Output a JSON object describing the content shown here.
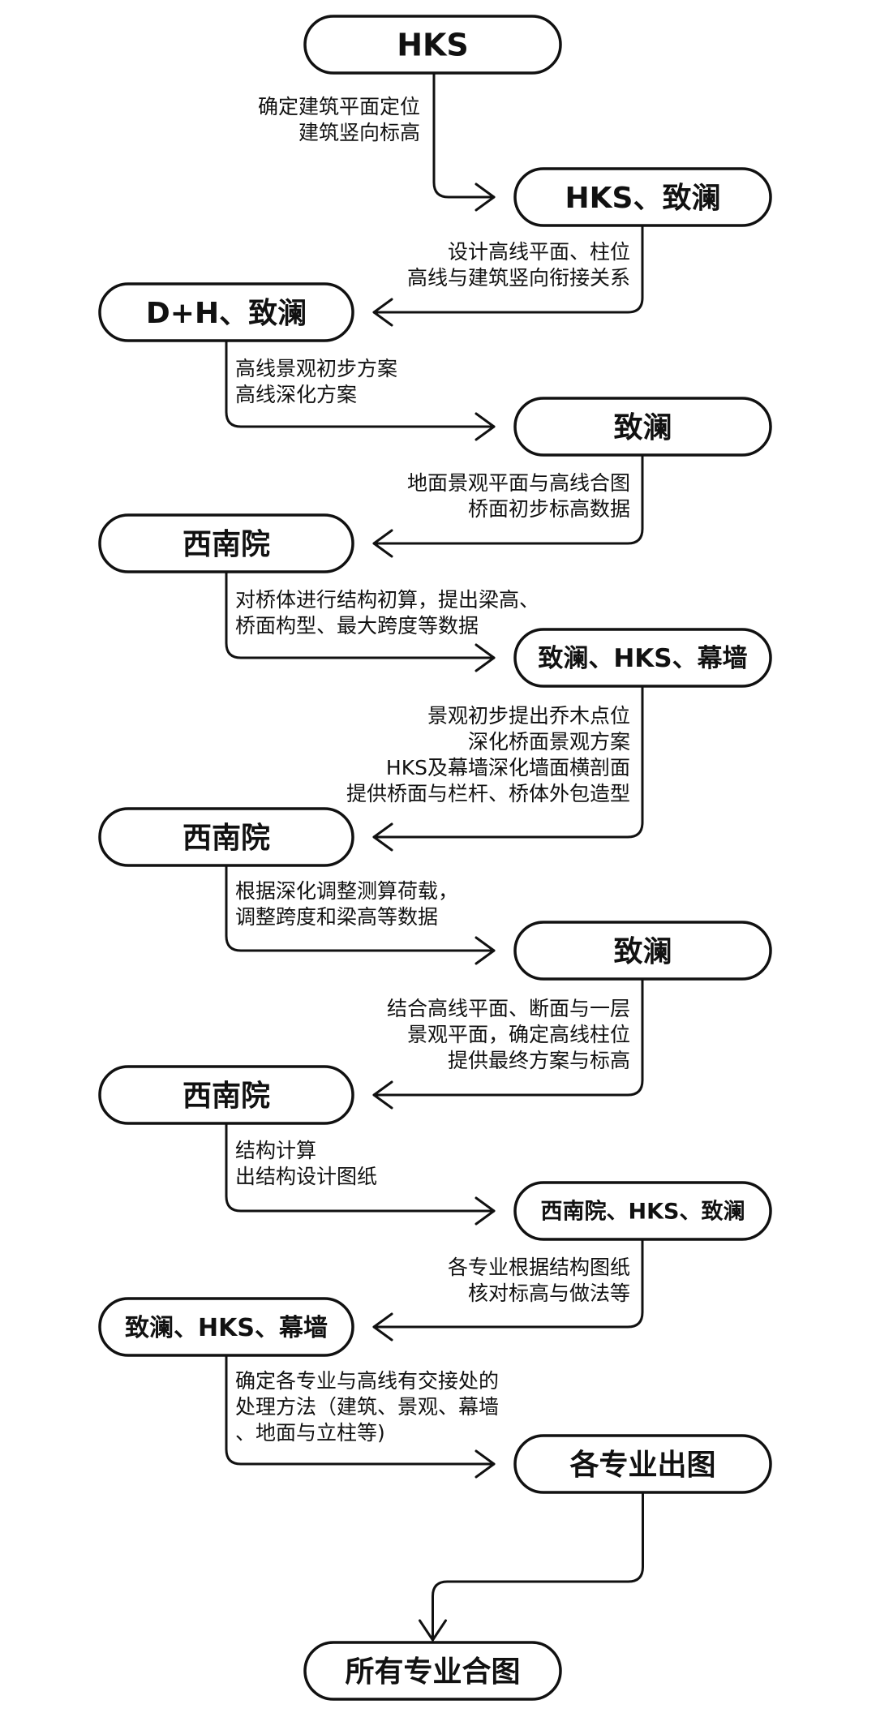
{
  "nodes": [
    {
      "id": "n1",
      "label": "HKS"
    },
    {
      "id": "n2",
      "label": "HKS、致澜"
    },
    {
      "id": "n3",
      "label": "D+H、致澜"
    },
    {
      "id": "n4",
      "label": "致澜"
    },
    {
      "id": "n5",
      "label": "西南院"
    },
    {
      "id": "n6",
      "label": "致澜、HKS、幕墙"
    },
    {
      "id": "n7",
      "label": "西南院"
    },
    {
      "id": "n8",
      "label": "致澜"
    },
    {
      "id": "n9",
      "label": "西南院"
    },
    {
      "id": "n10",
      "label": "西南院、HKS、致澜"
    },
    {
      "id": "n11",
      "label": "致澜、HKS、幕墙"
    },
    {
      "id": "n12",
      "label": "各专业出图"
    },
    {
      "id": "n13",
      "label": "所有专业合图"
    }
  ],
  "notes": [
    {
      "id": "e1",
      "lines": [
        "确定建筑平面定位",
        "建筑竖向标高"
      ]
    },
    {
      "id": "e2",
      "lines": [
        "设计高线平面、柱位",
        "高线与建筑竖向衔接关系"
      ]
    },
    {
      "id": "e3",
      "lines": [
        "高线景观初步方案",
        "高线深化方案"
      ]
    },
    {
      "id": "e4",
      "lines": [
        "地面景观平面与高线合图",
        "桥面初步标高数据"
      ]
    },
    {
      "id": "e5",
      "lines": [
        "对桥体进行结构初算，提出梁高、",
        "桥面构型、最大跨度等数据"
      ]
    },
    {
      "id": "e6",
      "lines": [
        "景观初步提出乔木点位",
        "深化桥面景观方案",
        "HKS及幕墙深化墙面横剖面",
        "提供桥面与栏杆、桥体外包造型"
      ]
    },
    {
      "id": "e7",
      "lines": [
        "根据深化调整测算荷载，",
        "调整跨度和梁高等数据"
      ]
    },
    {
      "id": "e8",
      "lines": [
        "结合高线平面、断面与一层",
        "景观平面，确定高线柱位",
        "提供最终方案与标高"
      ]
    },
    {
      "id": "e9",
      "lines": [
        "结构计算",
        "出结构设计图纸"
      ]
    },
    {
      "id": "e10",
      "lines": [
        "各专业根据结构图纸",
        "核对标高与做法等"
      ]
    },
    {
      "id": "e11",
      "lines": [
        "确定各专业与高线有交接处的",
        "处理方法（建筑、景观、幕墙",
        "、地面与立柱等)"
      ]
    }
  ]
}
